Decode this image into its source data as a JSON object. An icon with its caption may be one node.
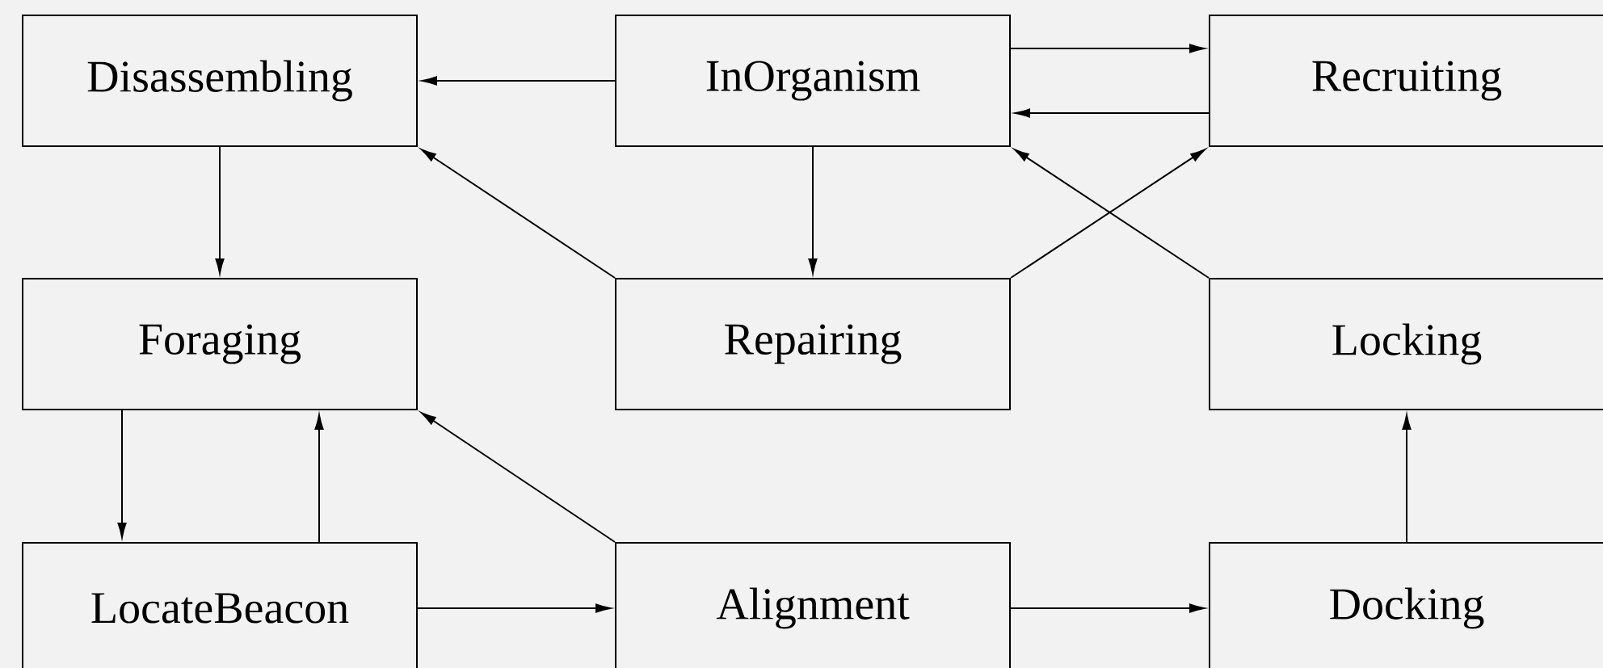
{
  "diagram": {
    "nodes": [
      {
        "text": [
          "Disassembling"
        ]
      },
      {
        "text": [
          "InOrganism"
        ]
      },
      {
        "text": [
          "Recruiting"
        ]
      },
      {
        "text": [
          "Foraging"
        ]
      },
      {
        "text": [
          "Repairing"
        ]
      },
      {
        "text": [
          "Locking"
        ]
      },
      {
        "text": [
          "LocateBeacon"
        ]
      },
      {
        "text": [
          "Alignment"
        ]
      },
      {
        "text": [
          "Docking"
        ]
      }
    ],
    "edges": [
      {
        "from": 1,
        "to": 0,
        "arrow": "to"
      },
      {
        "from": 1,
        "to": 2,
        "arrow": "to"
      },
      {
        "from": 2,
        "to": 1,
        "arrow": "to"
      },
      {
        "from": 0,
        "to": 3,
        "arrow": "to"
      },
      {
        "from": 1,
        "to": 4,
        "arrow": "to"
      },
      {
        "from": 4,
        "to": 0,
        "arrow": "to"
      },
      {
        "from": 4,
        "to": 2,
        "arrow": "to"
      },
      {
        "from": 5,
        "to": 1,
        "arrow": "to"
      },
      {
        "from": 3,
        "to": 6,
        "arrow": "to"
      },
      {
        "from": 6,
        "to": 3,
        "arrow": "to"
      },
      {
        "from": 7,
        "to": 3,
        "arrow": "to"
      },
      {
        "from": 6,
        "to": 7,
        "arrow": "to"
      },
      {
        "from": 7,
        "to": 8,
        "arrow": "to"
      },
      {
        "from": 8,
        "to": 5,
        "arrow": "to"
      }
    ]
  }
}
